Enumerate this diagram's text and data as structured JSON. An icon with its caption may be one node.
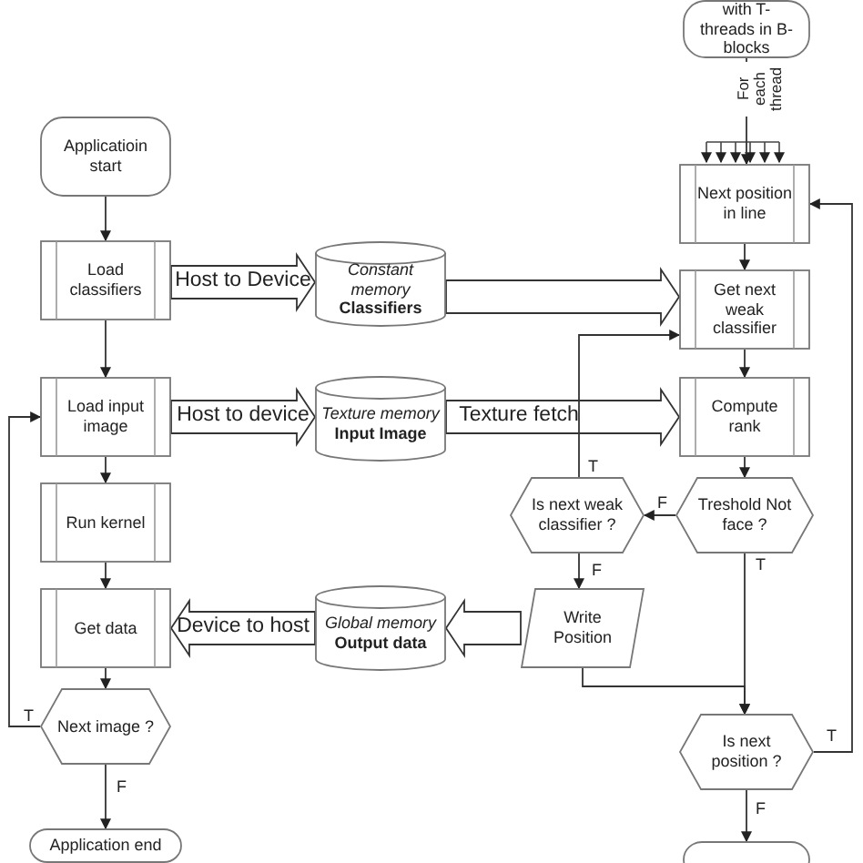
{
  "diagram": {
    "nodes": [
      {
        "text": [
          "with T-threads in B-blocks"
        ]
      },
      {
        "text": [
          "Applicatioin start"
        ]
      },
      {
        "text": [
          "Next position in line"
        ]
      },
      {
        "text": [
          "Load classifiers"
        ]
      },
      {
        "text": [
          "Constant memory",
          "Classifiers"
        ]
      },
      {
        "text": [
          "Get next weak classifier"
        ]
      },
      {
        "text": [
          "Load input image"
        ]
      },
      {
        "text": [
          "Texture memory",
          "Input Image"
        ]
      },
      {
        "text": [
          "Compute rank"
        ]
      },
      {
        "text": [
          "Run kernel"
        ]
      },
      {
        "text": [
          "Is next weak classifier ?"
        ]
      },
      {
        "text": [
          "Treshold Not face ?"
        ]
      },
      {
        "text": [
          "Get data"
        ]
      },
      {
        "text": [
          "Global memory",
          "Output data"
        ]
      },
      {
        "text": [
          "Write Position"
        ]
      },
      {
        "text": [
          "Next image ?"
        ]
      },
      {
        "text": [
          "Is next position ?"
        ]
      },
      {
        "text": [
          "Application end"
        ]
      },
      {
        "text": [],
        "shape": "box"
      }
    ],
    "edges": [
      {
        "from": 0,
        "to": 2,
        "arrow": "to",
        "label": "For each thread"
      },
      {
        "from": 1,
        "to": 3,
        "arrow": "to"
      },
      {
        "from": 3,
        "to": 4,
        "arrow": "to",
        "label": "Host to Device",
        "style": "thick"
      },
      {
        "from": 3,
        "to": 6,
        "arrow": "to"
      },
      {
        "from": 4,
        "to": 5,
        "arrow": "to",
        "style": "thick"
      },
      {
        "from": 6,
        "to": 7,
        "arrow": "to",
        "label": "Host to device",
        "style": "thick"
      },
      {
        "from": 6,
        "to": 9,
        "arrow": "to"
      },
      {
        "from": 7,
        "to": 8,
        "arrow": "to",
        "label": "Texture fetch",
        "style": "thick"
      },
      {
        "from": 2,
        "to": 5,
        "arrow": "to"
      },
      {
        "from": 5,
        "to": 8,
        "arrow": "to"
      },
      {
        "from": 8,
        "to": 11,
        "arrow": "to"
      },
      {
        "from": 9,
        "to": 12,
        "arrow": "to"
      },
      {
        "from": 11,
        "to": 10,
        "arrow": "to",
        "label": "F"
      },
      {
        "from": 10,
        "to": 5,
        "arrow": "to",
        "label": "T"
      },
      {
        "from": 10,
        "to": 14,
        "arrow": "to",
        "label": "F"
      },
      {
        "from": 11,
        "to": 16,
        "arrow": "to",
        "label": "T"
      },
      {
        "from": 14,
        "to": 16,
        "arrow": "to"
      },
      {
        "from": 14,
        "to": 13,
        "arrow": "to",
        "style": "thick"
      },
      {
        "from": 13,
        "to": 12,
        "arrow": "to",
        "label": "Device to host",
        "style": "thick"
      },
      {
        "from": 12,
        "to": 15,
        "arrow": "to"
      },
      {
        "from": 15,
        "to": 6,
        "arrow": "to",
        "label": "T"
      },
      {
        "from": 15,
        "to": 17,
        "arrow": "to",
        "label": "F"
      },
      {
        "from": 16,
        "to": 2,
        "arrow": "to",
        "label": "T"
      },
      {
        "from": 16,
        "to": 18,
        "arrow": "to",
        "label": "F"
      }
    ]
  }
}
